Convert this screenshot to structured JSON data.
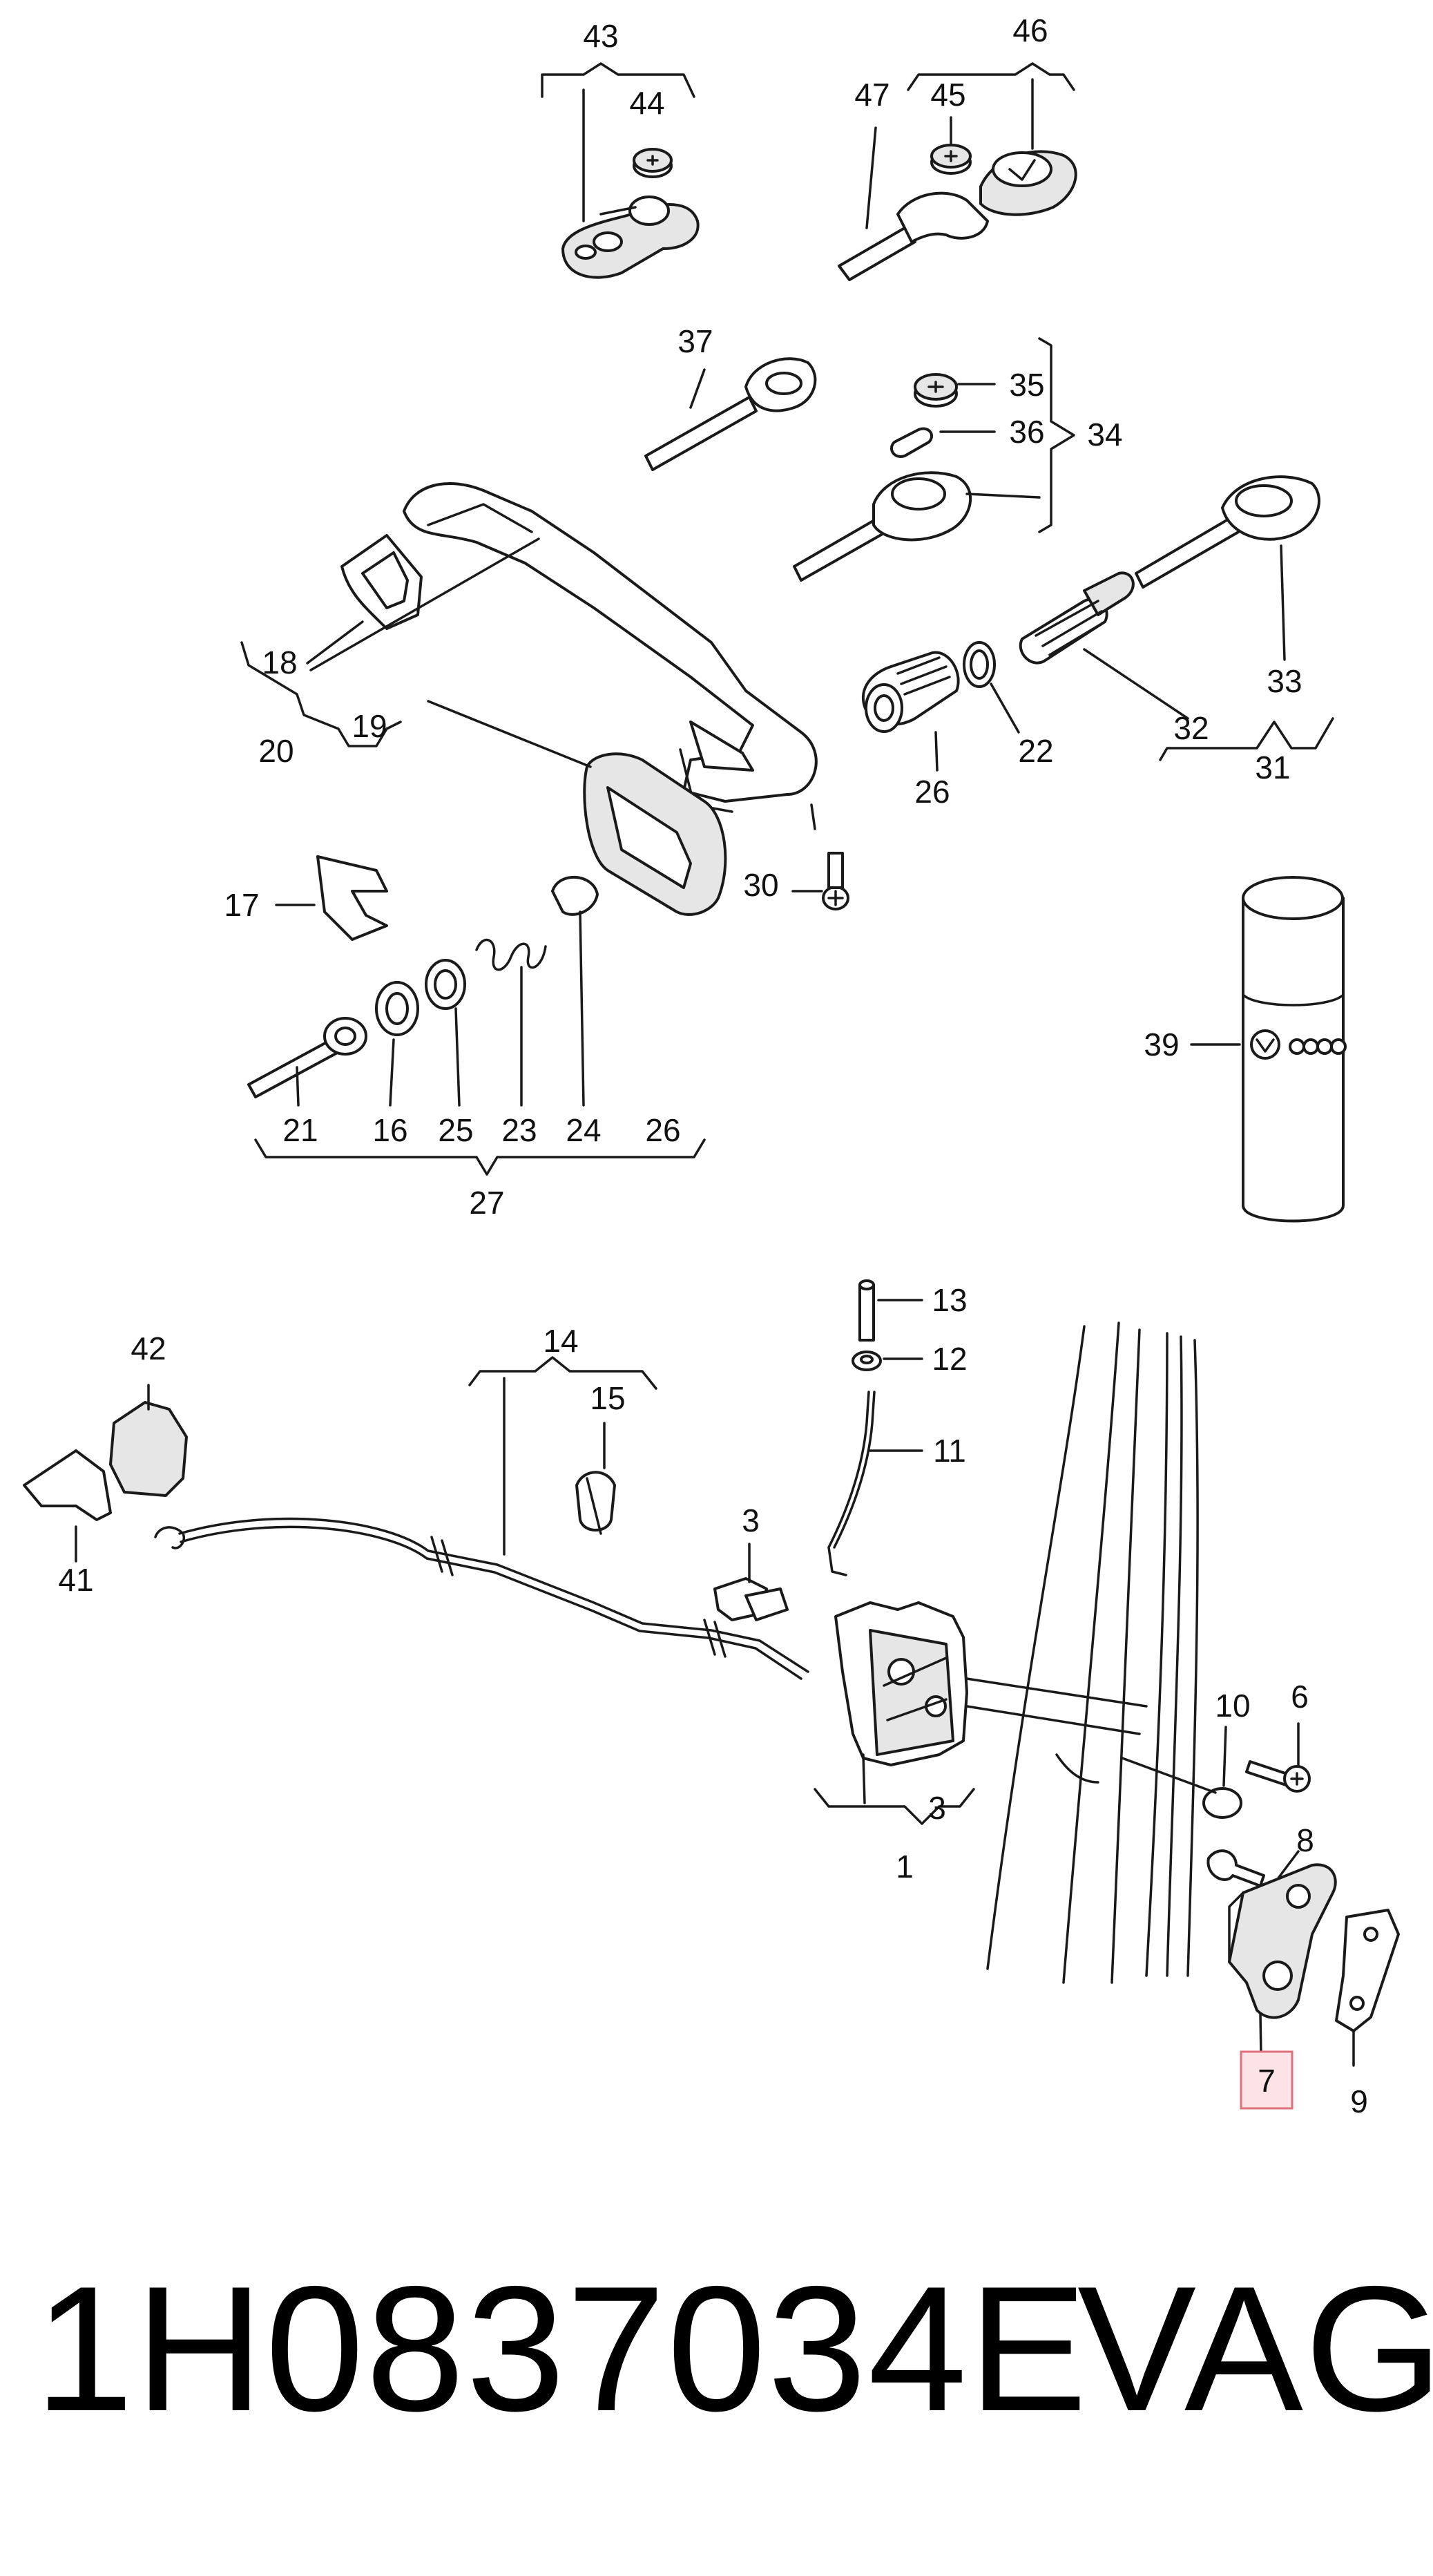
{
  "caption": {
    "part_number": "1H0837034E",
    "brand": "VAG"
  },
  "highlighted_callout": "7",
  "highlight_color": "#fbe3e6",
  "callouts": {
    "c1": "1",
    "c3a": "3",
    "c3b": "3",
    "c6": "6",
    "c7": "7",
    "c8": "8",
    "c9": "9",
    "c10": "10",
    "c11": "11",
    "c12": "12",
    "c13": "13",
    "c14": "14",
    "c15": "15",
    "c16": "16",
    "c17": "17",
    "c18": "18",
    "c19": "19",
    "c20": "20",
    "c21": "21",
    "c22": "22",
    "c23": "23",
    "c24": "24",
    "c25": "25",
    "c26a": "26",
    "c26b": "26",
    "c27": "27",
    "c30": "30",
    "c31": "31",
    "c32": "32",
    "c33": "33",
    "c34": "34",
    "c35": "35",
    "c36": "36",
    "c37": "37",
    "c39": "39",
    "c41": "41",
    "c42": "42",
    "c43": "43",
    "c44": "44",
    "c45": "45",
    "c46": "46",
    "c47": "47"
  }
}
